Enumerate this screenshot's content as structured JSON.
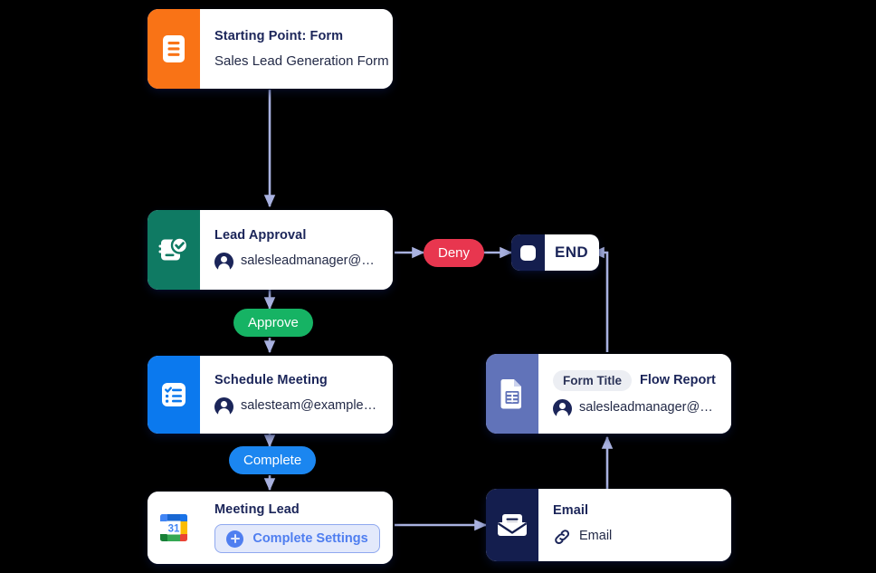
{
  "canvas": {
    "background": "#000000",
    "edge_color": "#a9b2e0"
  },
  "nodes": [
    {
      "id": "start-form",
      "title": "Starting Point: Form",
      "subtitle": "Sales Lead Generation Form",
      "icon": "form-document-icon",
      "icon_color": "#f97316"
    },
    {
      "id": "lead-approval",
      "title": "Lead Approval",
      "subtitle": "salesleadmanager@ex...",
      "icon": "approval-document-check-icon",
      "icon_color": "#0f7a63"
    },
    {
      "id": "schedule-meeting",
      "title": "Schedule Meeting",
      "subtitle": "salesteam@example.c...",
      "icon": "checklist-icon",
      "icon_color": "#0b79ee"
    },
    {
      "id": "meeting-lead",
      "title": "Meeting Lead",
      "button_label": "Complete Settings",
      "icon": "google-calendar-icon",
      "icon_day": "31",
      "icon_color": "#ffffff"
    },
    {
      "id": "email",
      "title": "Email",
      "subtitle": "Email",
      "icon": "envelope-icon",
      "icon_color": "#141e4e",
      "sub_icon": "link-icon"
    },
    {
      "id": "flow-report",
      "chip": "Form Title",
      "title": "Flow Report",
      "subtitle": "salesleadmanager@ex...",
      "icon": "spreadsheet-document-icon",
      "icon_color": "#6173b9"
    }
  ],
  "end_node": {
    "label": "END",
    "icon": "stop-square-icon",
    "icon_color": "#141e4e"
  },
  "badges": [
    {
      "id": "deny",
      "label": "Deny",
      "color": "#e8364f"
    },
    {
      "id": "approve",
      "label": "Approve",
      "color": "#16b364"
    },
    {
      "id": "complete",
      "label": "Complete",
      "color": "#1b86f0"
    }
  ]
}
